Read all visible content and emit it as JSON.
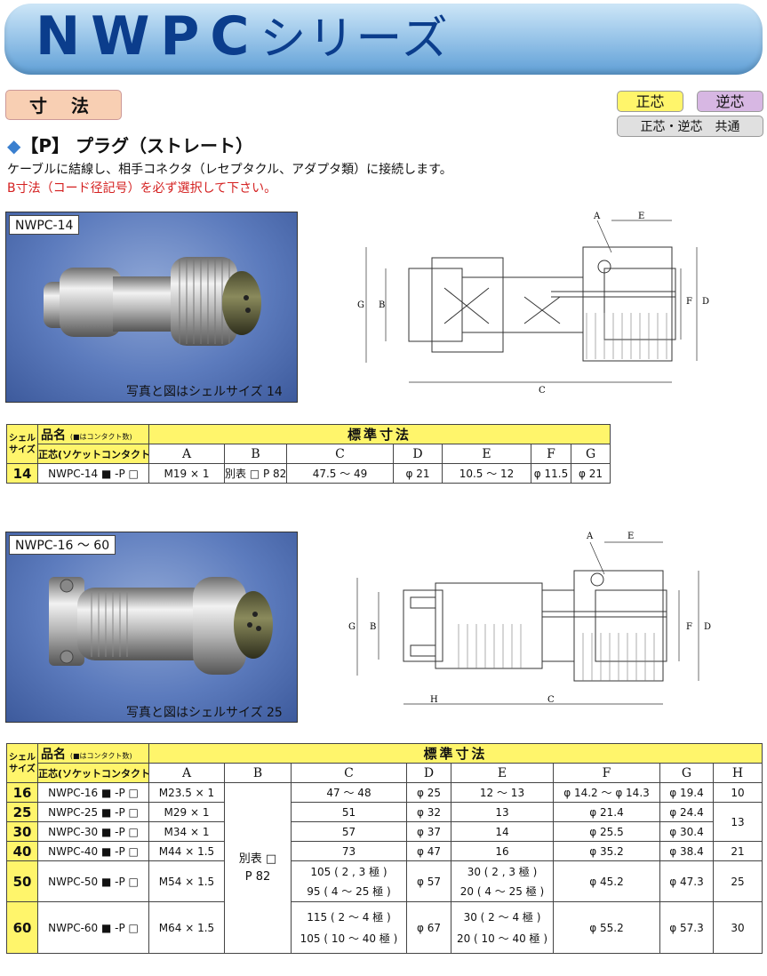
{
  "header": {
    "title_main": "NWPC",
    "title_sub": "シリーズ"
  },
  "section": {
    "label": "寸 法",
    "tags": {
      "seishin": "正芯",
      "gyakushin": "逆芯",
      "kyotsu": "正芯・逆芯　共通"
    },
    "heading_mark": "◆",
    "heading": "【P】 プラグ（ストレート）",
    "description": "ケーブルに結線し、相手コネクタ（レセプタクル、アダプタ類）に接続します。",
    "warning": "B寸法（コード径記号）を必ず選択して下さい。"
  },
  "product1": {
    "photo_label": "NWPC-14",
    "photo_caption": "写真と図はシェルサイズ 14",
    "drawing_labels": {
      "A": "A",
      "E": "E",
      "G": "G",
      "B": "B",
      "C": "C",
      "F": "F",
      "D": "D"
    },
    "table": {
      "shell_label_top": "シェル",
      "shell_label_bottom": "サイズ",
      "hinmei": "品名",
      "hinmei_note": "(■はコンタクト数)",
      "sub_label": "正芯(ソケットコンタクト)",
      "std_label": "標準寸法",
      "columns": [
        "A",
        "B",
        "C",
        "D",
        "E",
        "F",
        "G"
      ],
      "rows": [
        {
          "size": "14",
          "name": "NWPC-14 ■ -P □",
          "A": "M19 × 1",
          "B": "別表 □ P 82",
          "C": "47.5 ～ 49",
          "D": "φ 21",
          "E": "10.5 ～ 12",
          "F": "φ 11.5",
          "G": "φ 21"
        }
      ]
    }
  },
  "product2": {
    "photo_label": "NWPC-16 ～ 60",
    "photo_caption": "写真と図はシェルサイズ 25",
    "drawing_labels": {
      "A": "A",
      "E": "E",
      "G": "G",
      "B": "B",
      "H": "H",
      "C": "C",
      "F": "F",
      "D": "D"
    },
    "table": {
      "shell_label_top": "シェル",
      "shell_label_bottom": "サイズ",
      "hinmei": "品名",
      "hinmei_note": "(■はコンタクト数)",
      "sub_label": "正芯(ソケットコンタクト)",
      "std_label": "標準寸法",
      "columns": [
        "A",
        "B",
        "C",
        "D",
        "E",
        "F",
        "G",
        "H"
      ],
      "B_merged_line1": "別表 □",
      "B_merged_line2": "P 82",
      "H_13": "13",
      "rows": [
        {
          "size": "16",
          "name": "NWPC-16 ■ -P □",
          "A": "M23.5 × 1",
          "C": "47 ～ 48",
          "D": "φ 25",
          "E": "12 ～ 13",
          "F": "φ 14.2 ～ φ 14.3",
          "G": "φ 19.4",
          "H": "10"
        },
        {
          "size": "25",
          "name": "NWPC-25 ■ -P □",
          "A": "M29 × 1",
          "C": "51",
          "D": "φ 32",
          "E": "13",
          "F": "φ 21.4",
          "G": "φ 24.4"
        },
        {
          "size": "30",
          "name": "NWPC-30 ■ -P □",
          "A": "M34 × 1",
          "C": "57",
          "D": "φ 37",
          "E": "14",
          "F": "φ 25.5",
          "G": "φ 30.4"
        },
        {
          "size": "40",
          "name": "NWPC-40 ■ -P □",
          "A": "M44 × 1.5",
          "C": "73",
          "D": "φ 47",
          "E": "16",
          "F": "φ 35.2",
          "G": "φ 38.4",
          "H": "21"
        },
        {
          "size": "50",
          "name": "NWPC-50 ■ -P □",
          "A": "M54 × 1.5",
          "C1": "105 ( 2 , 3 極 )",
          "C2": "95 ( 4 ～ 25 極 )",
          "D": "φ 57",
          "E1": "30 ( 2 , 3 極 )",
          "E2": "20 ( 4 ～ 25 極 )",
          "F": "φ 45.2",
          "G": "φ 47.3",
          "H": "25"
        },
        {
          "size": "60",
          "name": "NWPC-60 ■ -P □",
          "A": "M64 × 1.5",
          "C1": "115 ( 2 ～ 4 極 )",
          "C2": "105 ( 10 ～ 40 極 )",
          "D": "φ 67",
          "E1": "30 ( 2 ～ 4 極 )",
          "E2": "20 ( 10 ～ 40 極 )",
          "F": "φ 55.2",
          "G": "φ 57.3",
          "H": "30"
        }
      ]
    }
  }
}
